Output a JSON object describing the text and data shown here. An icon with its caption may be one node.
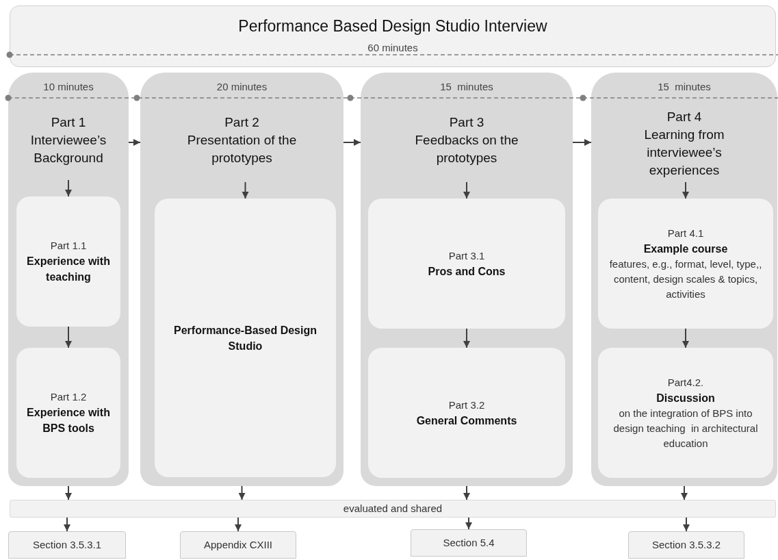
{
  "diagram": {
    "nodes": [
      {
        "text": [
          "Performance Based Design Studio Interview",
          "60 minutes"
        ]
      },
      {
        "text": [
          "10 minutes",
          "Part 1",
          "Interviewee’s Background"
        ]
      },
      {
        "text": [
          "Part 1.1",
          "Experience with teaching"
        ],
        "in": 1
      },
      {
        "text": [
          "Part 1.2",
          "Experience with BPS tools"
        ],
        "in": 1
      },
      {
        "text": [
          "20 minutes",
          "Part 2",
          "Presentation of the prototypes"
        ]
      },
      {
        "text": [
          "Performance-Based Design Studio"
        ],
        "in": 4
      },
      {
        "text": [
          "15  minutes",
          "Part 3",
          "Feedbacks on the prototypes"
        ]
      },
      {
        "text": [
          "Part 3.1",
          "Pros and Cons"
        ],
        "in": 6
      },
      {
        "text": [
          "Part 3.2",
          "General Comments"
        ],
        "in": 6
      },
      {
        "text": [
          "15  minutes",
          "Part 4",
          "Learning from interviewee’s experiences"
        ]
      },
      {
        "text": [
          "Part 4.1",
          "Example course",
          "features, e.g., format, level, type,, content, design scales & topics, activities"
        ],
        "in": 9
      },
      {
        "text": [
          "Part4.2.",
          "Discussion",
          "on the integration of BPS into design teaching  in architectural education"
        ],
        "in": 9
      },
      {
        "text": [
          "evaluated and shared"
        ]
      },
      {
        "text": [
          "Section 3.5.3.1"
        ]
      },
      {
        "text": [
          "Appendix CXIII"
        ]
      },
      {
        "text": [
          "Section 5.4"
        ]
      },
      {
        "text": [
          "Section 3.5.3.2"
        ]
      }
    ],
    "edges": [
      {
        "from": 1,
        "to": 4,
        "arrow": "to"
      },
      {
        "from": 4,
        "to": 6,
        "arrow": "to"
      },
      {
        "from": 6,
        "to": 9,
        "arrow": "to"
      },
      {
        "from": null,
        "to": 2,
        "arrow": "to"
      },
      {
        "from": 2,
        "to": 3,
        "arrow": "to"
      },
      {
        "from": null,
        "to": 5,
        "arrow": "to"
      },
      {
        "from": null,
        "to": 7,
        "arrow": "to"
      },
      {
        "from": 7,
        "to": 8,
        "arrow": "to"
      },
      {
        "from": null,
        "to": 10,
        "arrow": "to"
      },
      {
        "from": 10,
        "to": 11,
        "arrow": "to"
      },
      {
        "from": 1,
        "to": 12,
        "arrow": "to"
      },
      {
        "from": 4,
        "to": 12,
        "arrow": "to"
      },
      {
        "from": 6,
        "to": 12,
        "arrow": "to"
      },
      {
        "from": 9,
        "to": 12,
        "arrow": "to"
      },
      {
        "from": 12,
        "to": 13,
        "arrow": "to"
      },
      {
        "from": 12,
        "to": 14,
        "arrow": "to"
      },
      {
        "from": 12,
        "to": 15,
        "arrow": "to"
      },
      {
        "from": 12,
        "to": 16,
        "arrow": "to"
      }
    ]
  }
}
